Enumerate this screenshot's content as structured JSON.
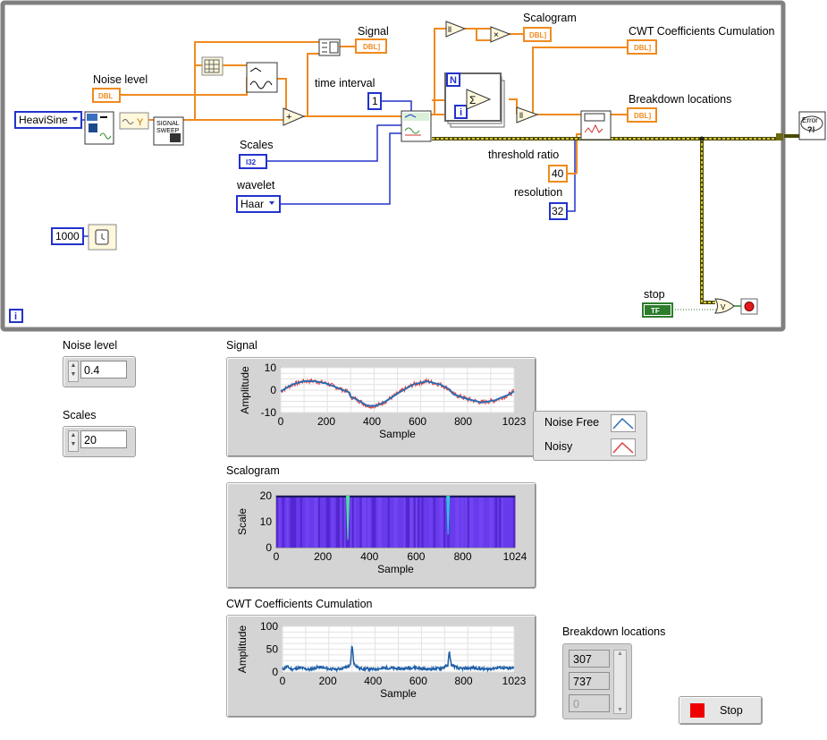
{
  "diagram": {
    "labels": {
      "signal": "Signal",
      "scalogram": "Scalogram",
      "cwt": "CWT Coefficients Cumulation",
      "noise_level": "Noise level",
      "time_interval": "time interval",
      "breakdown": "Breakdown locations",
      "scales": "Scales",
      "threshold_ratio": "threshold ratio",
      "wavelet": "wavelet",
      "resolution": "resolution",
      "stop": "stop"
    },
    "terminals": {
      "dbl": "DBL",
      "i32": "I32",
      "tf": "TF",
      "array_dbl": "DBL]",
      "error_l1": "Error",
      "error_l2": "?!",
      "signal_sweep_l1": "SIGNAL",
      "signal_sweep_l2": "SWEEP"
    },
    "constants": {
      "heavisine": "HeaviSine",
      "time_interval": "1",
      "threshold_ratio": "40",
      "resolution": "32",
      "wavelet": "Haar",
      "wait_ms": "1000",
      "loop_iteration": "i",
      "for_count": "N",
      "for_iteration": "i"
    },
    "colors": {
      "orange_wire": "#f08a1e",
      "blue_wire": "#2233cc",
      "green_wire": "#2d7d2d",
      "error_wire": "#bfae1f",
      "frame": "#808080"
    }
  },
  "front_panel": {
    "noise_level": {
      "label": "Noise level",
      "value": "0.4"
    },
    "scales": {
      "label": "Scales",
      "value": "20"
    },
    "signal_graph": {
      "label": "Signal",
      "ylabel": "Amplitude",
      "xlabel": "Sample",
      "legend": [
        {
          "name": "Noise Free",
          "color": "#2a6db5"
        },
        {
          "name": "Noisy",
          "color": "#e03a3a"
        }
      ]
    },
    "scalogram": {
      "label": "Scalogram",
      "ylabel": "Scale",
      "xlabel": "Sample"
    },
    "cwt_graph": {
      "label": "CWT Coefficients Cumulation",
      "ylabel": "Amplitude",
      "xlabel": "Sample"
    },
    "breakdown_locations": {
      "label": "Breakdown locations",
      "values": [
        "307",
        "737",
        "0"
      ]
    },
    "stop_button": {
      "label": "Stop"
    }
  },
  "chart_data": [
    {
      "type": "line",
      "title": "Signal",
      "xlabel": "Sample",
      "ylabel": "Amplitude",
      "xlim": [
        0,
        1023
      ],
      "ylim": [
        -10,
        10
      ],
      "xticks": [
        0,
        200,
        400,
        600,
        800,
        1023
      ],
      "yticks": [
        -10,
        0,
        10
      ],
      "grid": true,
      "legend": "right",
      "series": [
        {
          "name": "Noise Free",
          "x": [
            0,
            50,
            100,
            150,
            200,
            250,
            300,
            307,
            330,
            380,
            420,
            460,
            520,
            580,
            640,
            700,
            737,
            760,
            820,
            880,
            940,
            1000,
            1023
          ],
          "values": [
            -0.5,
            2.5,
            4,
            4,
            3,
            1,
            -1,
            -3,
            -4,
            -7,
            -7,
            -5,
            -1,
            2.5,
            4,
            2.5,
            0.5,
            -2,
            -4,
            -5.5,
            -4.5,
            -2,
            -0.5
          ]
        },
        {
          "name": "Noisy",
          "x": [
            0,
            50,
            100,
            150,
            200,
            250,
            300,
            307,
            330,
            380,
            420,
            460,
            520,
            580,
            640,
            700,
            737,
            760,
            820,
            880,
            940,
            1000,
            1023
          ],
          "values": [
            -0.5,
            2.5,
            4,
            4,
            3,
            1,
            -1,
            -3,
            -4,
            -7,
            -7,
            -5,
            -1,
            2.5,
            4,
            2.5,
            0.5,
            -2,
            -4,
            -5.5,
            -4.5,
            -2,
            -0.5
          ]
        }
      ]
    },
    {
      "type": "heatmap",
      "title": "Scalogram",
      "xlabel": "Sample",
      "ylabel": "Scale",
      "xlim": [
        0,
        1024
      ],
      "ylim": [
        0,
        20
      ],
      "xticks": [
        0,
        200,
        400,
        600,
        800,
        1024
      ],
      "yticks": [
        0,
        10,
        20
      ],
      "highlights_at_sample": [
        307,
        737
      ]
    },
    {
      "type": "line",
      "title": "CWT Coefficients Cumulation",
      "xlabel": "Sample",
      "ylabel": "Amplitude",
      "xlim": [
        0,
        1023
      ],
      "ylim": [
        0,
        100
      ],
      "xticks": [
        0,
        200,
        400,
        600,
        800,
        1023
      ],
      "yticks": [
        0,
        50,
        100
      ],
      "grid": true,
      "series": [
        {
          "x": [
            0,
            20,
            40,
            80,
            120,
            160,
            200,
            240,
            280,
            300,
            307,
            315,
            340,
            400,
            460,
            520,
            580,
            640,
            700,
            730,
            737,
            745,
            780,
            840,
            900,
            960,
            1000,
            1023
          ],
          "values": [
            5,
            12,
            6,
            9,
            5,
            11,
            7,
            6,
            10,
            15,
            62,
            18,
            8,
            6,
            9,
            7,
            10,
            6,
            8,
            14,
            45,
            16,
            7,
            9,
            6,
            10,
            7,
            9
          ]
        }
      ]
    }
  ]
}
